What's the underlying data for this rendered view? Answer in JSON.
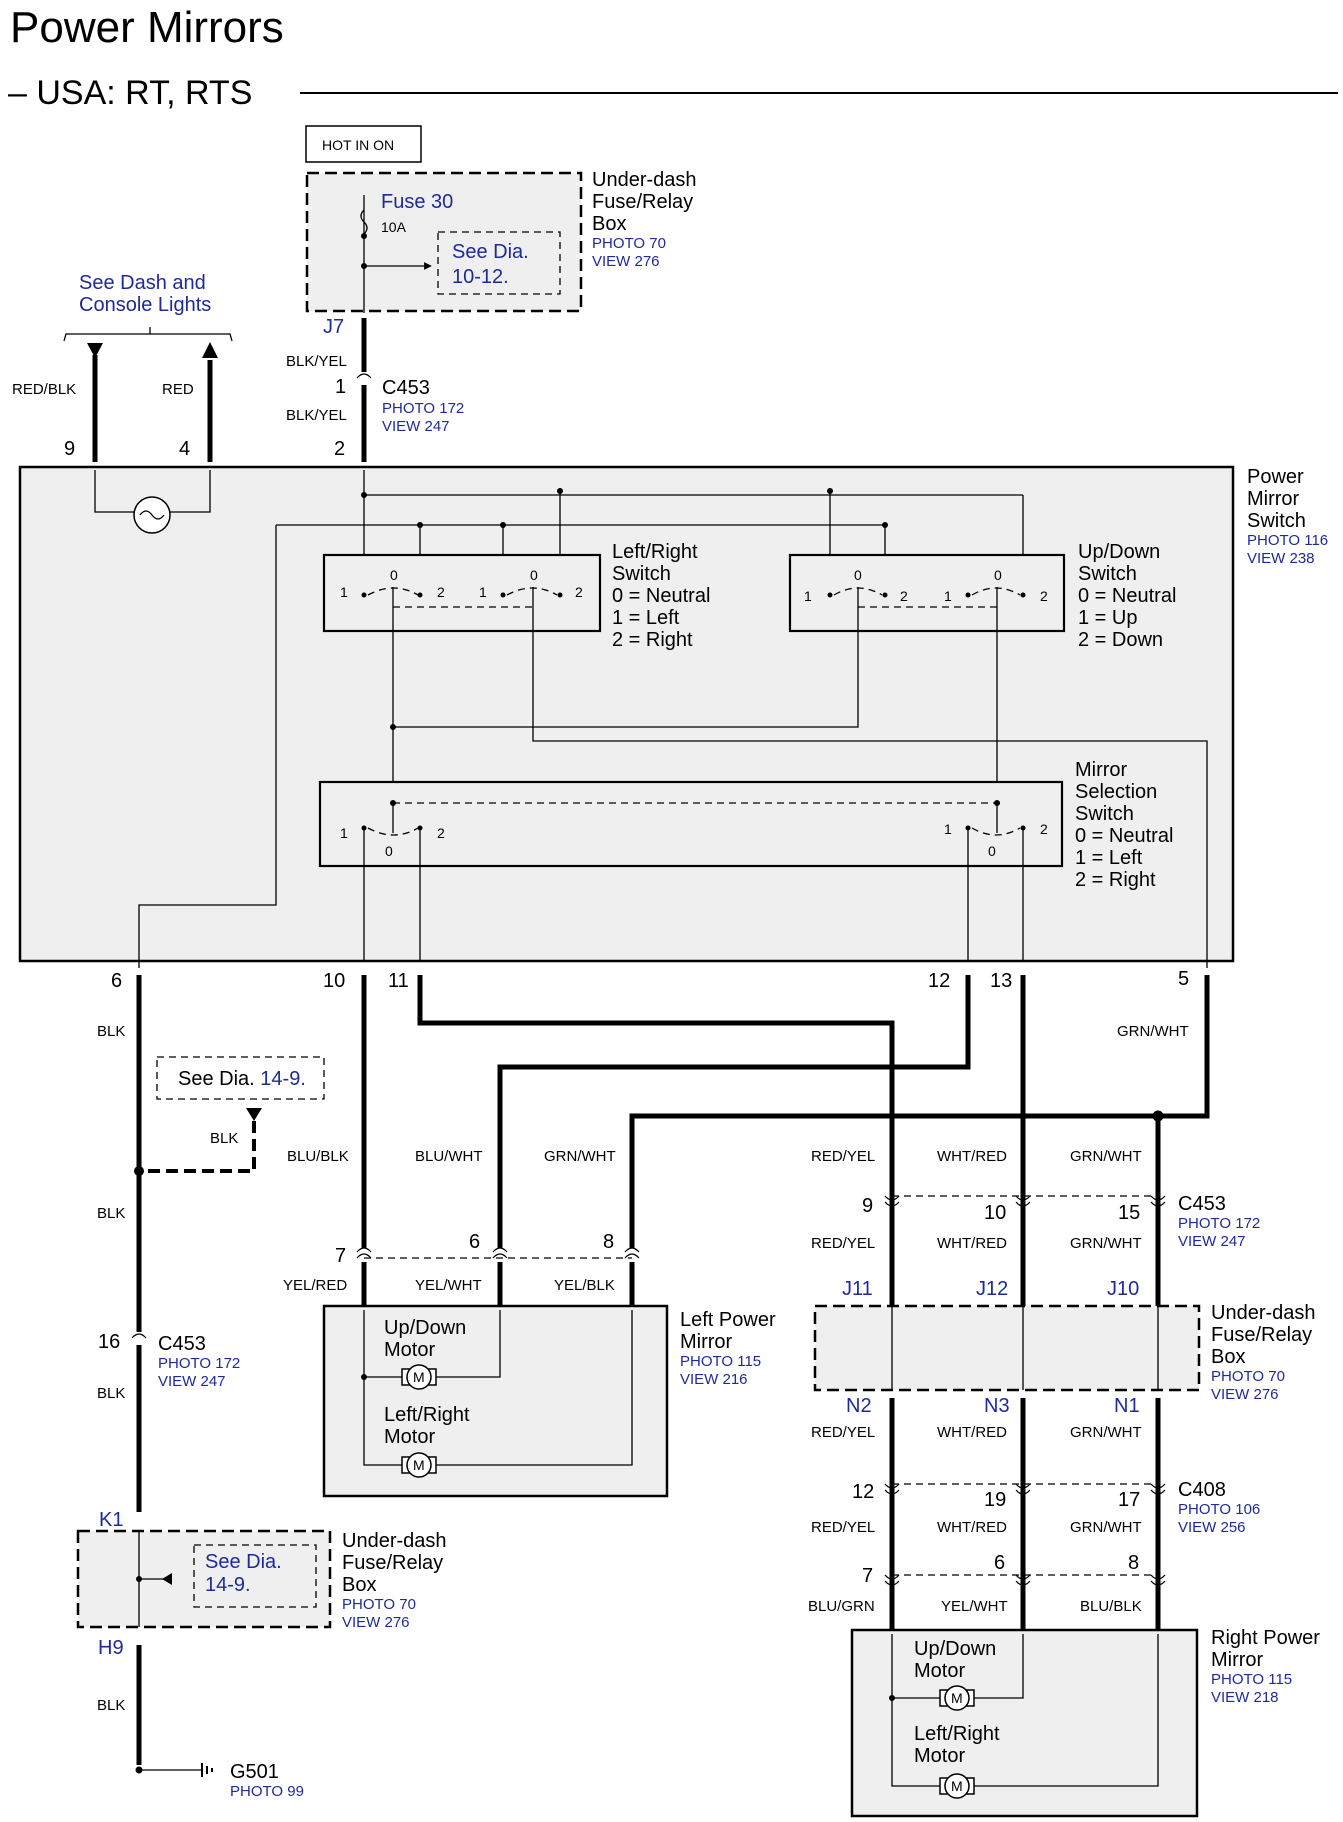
{
  "title": "Power Mirrors",
  "subtitle": "– USA: RT, RTS",
  "hot_in_on": "HOT IN ON",
  "fuse_box_top": {
    "name_lines": [
      "Under-dash",
      "Fuse/Relay",
      "Box"
    ],
    "photo": "PHOTO 70",
    "view": "VIEW 276",
    "fuse": "Fuse 30",
    "rating": "10A",
    "see_dia_lines": [
      "See Dia.",
      "10-12."
    ],
    "terminal": "J7"
  },
  "dash_lights_lines": [
    "See Dash and",
    "Console Lights"
  ],
  "switch_pins_top": {
    "pin9": "9",
    "pin4": "4",
    "pin2": "2",
    "wire9": "RED/BLK",
    "wire4": "RED",
    "wire_j7": "BLK/YEL",
    "wire_pin2": "BLK/YEL",
    "c453_pin": "1"
  },
  "c453_top": {
    "name": "C453",
    "photo": "PHOTO 172",
    "view": "VIEW 247"
  },
  "power_mirror_switch": {
    "name_lines": [
      "Power",
      "Mirror",
      "Switch"
    ],
    "photo": "PHOTO 116",
    "view": "VIEW 238",
    "left_right": [
      "Left/Right",
      "Switch",
      "0 =  Neutral",
      "1 =  Left",
      "2 =  Right"
    ],
    "up_down": [
      "Up/Down",
      "Switch",
      "0 =  Neutral",
      "1 =  Up",
      "2 =  Down"
    ],
    "mirror_selection": [
      "Mirror",
      "Selection",
      "Switch",
      "0 =  Neutral",
      "1 =  Left",
      "2 =  Right"
    ],
    "positions": [
      "1",
      "0",
      "2"
    ]
  },
  "bottom_pins": [
    "6",
    "10",
    "11",
    "12",
    "13",
    "5"
  ],
  "wires": {
    "blk": "BLK",
    "grn_wht": "GRN/WHT",
    "blu_blk": "BLU/BLK",
    "blu_wht": "BLU/WHT",
    "red_yel": "RED/YEL",
    "wht_red": "WHT/RED",
    "yel_red": "YEL/RED",
    "yel_wht": "YEL/WHT",
    "yel_blk": "YEL/BLK",
    "blu_grn": "BLU/GRN"
  },
  "see_dia_14_9": {
    "prefix": "See Dia.",
    "ref": "14-9."
  },
  "left_c453": {
    "pin": "16",
    "name": "C453",
    "photo": "PHOTO 172",
    "view": "VIEW 247"
  },
  "fuse_box_bottom": {
    "name_lines": [
      "Under-dash",
      "Fuse/Relay",
      "Box"
    ],
    "photo": "PHOTO 70",
    "view": "VIEW 276",
    "see_dia_lines": [
      "See Dia.",
      "14-9."
    ],
    "terminal_top": "K1",
    "terminal_bottom": "H9"
  },
  "ground": {
    "name": "G501",
    "photo": "PHOTO 99"
  },
  "left_mirror": {
    "name_lines": [
      "Left Power",
      "Mirror"
    ],
    "photo": "PHOTO 115",
    "view": "VIEW 216",
    "pins": [
      "7",
      "6",
      "8"
    ],
    "up_down_motor": [
      "Up/Down",
      "Motor"
    ],
    "left_right_motor": [
      "Left/Right",
      "Motor"
    ],
    "motor_symbol": "M"
  },
  "right_c453": {
    "pins": [
      "9",
      "10",
      "15"
    ],
    "name": "C453",
    "photo": "PHOTO 172",
    "view": "VIEW 247"
  },
  "fuse_box_right": {
    "name_lines": [
      "Under-dash",
      "Fuse/Relay",
      "Box"
    ],
    "photo": "PHOTO 70",
    "view": "VIEW 276",
    "terminals_top": [
      "J11",
      "J12",
      "J10"
    ],
    "terminals_bottom": [
      "N2",
      "N3",
      "N1"
    ]
  },
  "c408": {
    "pins": [
      "12",
      "19",
      "17"
    ],
    "name": "C408",
    "photo": "PHOTO 106",
    "view": "VIEW 256"
  },
  "right_mirror": {
    "name_lines": [
      "Right Power",
      "Mirror"
    ],
    "photo": "PHOTO 115",
    "view": "VIEW 218",
    "pins": [
      "7",
      "6",
      "8"
    ],
    "up_down_motor": [
      "Up/Down",
      "Motor"
    ],
    "left_right_motor": [
      "Left/Right",
      "Motor"
    ],
    "motor_symbol": "M"
  }
}
